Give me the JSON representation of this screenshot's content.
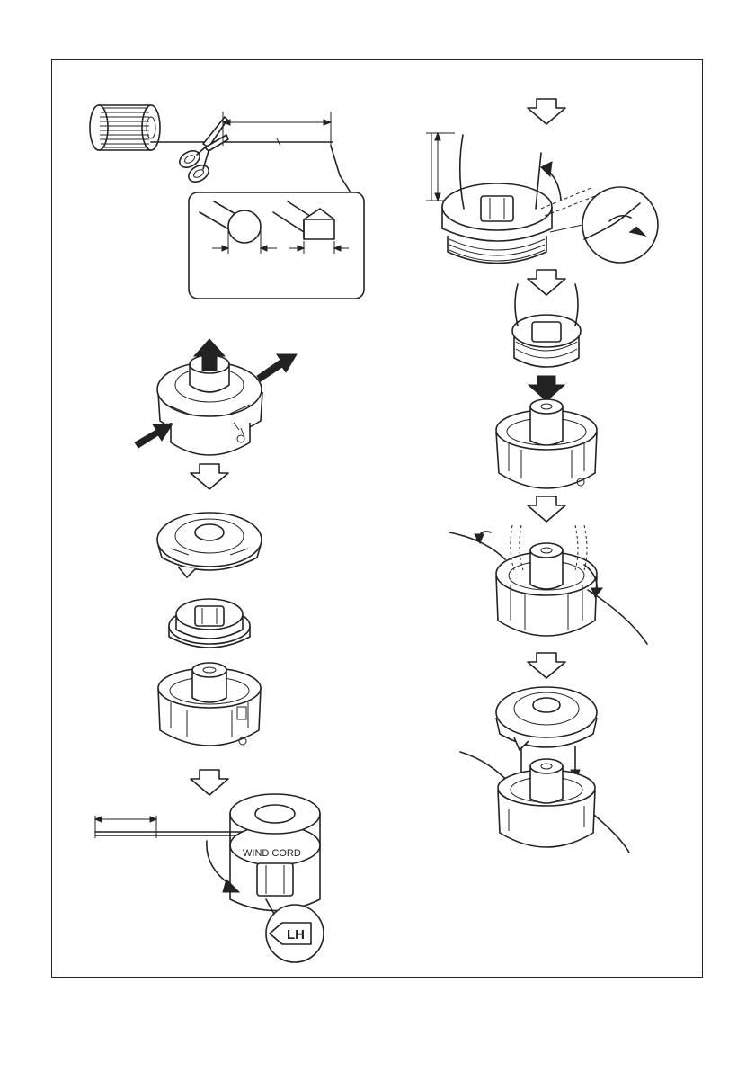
{
  "labels": {
    "wind_cord": "WIND CORD",
    "lh": "LH"
  },
  "colors": {
    "line": "#222222",
    "background": "#ffffff",
    "frame": "#222222"
  },
  "steps": [
    {
      "name": "cut-line",
      "icon": "scissors-icon"
    },
    {
      "name": "line-profile",
      "icon": "round-square-profile-icon"
    },
    {
      "name": "disassemble-head",
      "icon": "press-tabs-icon"
    },
    {
      "name": "exploded-parts",
      "icon": "spool-parts-icon"
    },
    {
      "name": "wind-spool-lh",
      "icon": "wind-direction-icon"
    },
    {
      "name": "secure-line-ends",
      "icon": "notch-icon"
    },
    {
      "name": "insert-spool",
      "icon": "spool-insert-icon"
    },
    {
      "name": "thread-eyelets",
      "icon": "eyelet-icon"
    },
    {
      "name": "attach-cover",
      "icon": "cover-snap-icon"
    }
  ]
}
